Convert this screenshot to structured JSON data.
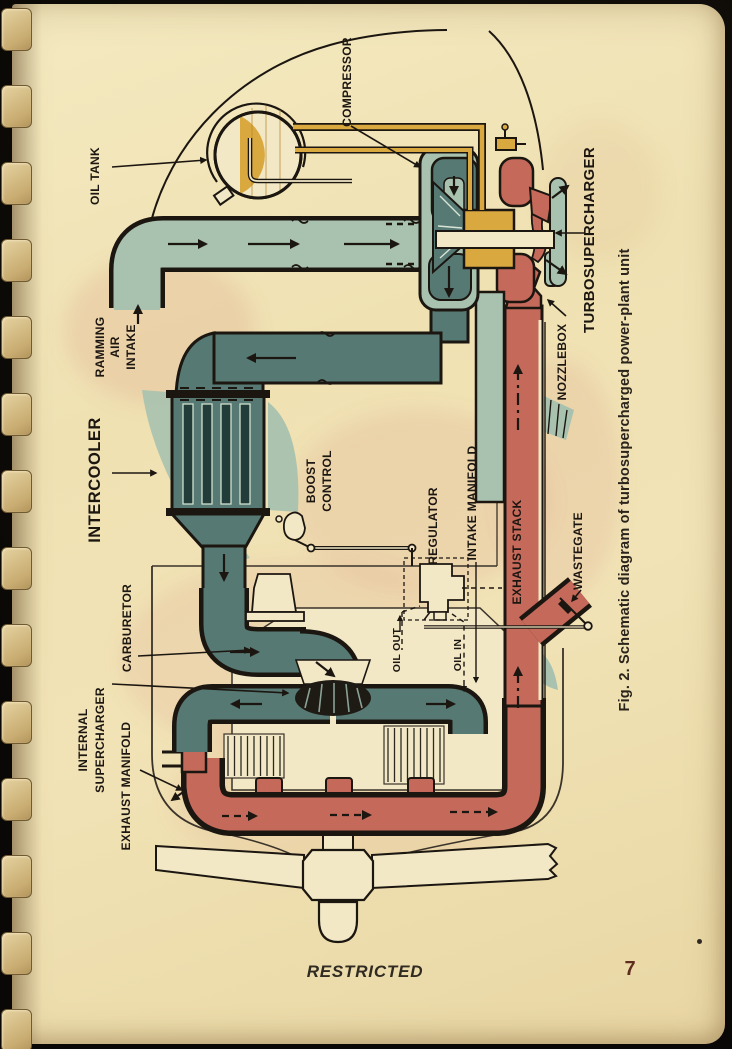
{
  "page": {
    "caption": "Fig. 2. Schematic diagram of turbosupercharged power-plant unit",
    "footer": {
      "classification": "RESTRICTED",
      "page_number": "7"
    }
  },
  "diagram": {
    "labels": {
      "oil_tank": "OIL TANK",
      "compressor": "COMPRESSOR",
      "turbosupercharger": "TURBOSUPERCHARGER",
      "ramming_air_intake": [
        "RAMMING",
        "AIR",
        "INTAKE"
      ],
      "intercooler": "INTERCOOLER",
      "nozzlebox": "NOZZLEBOX",
      "boost_control": [
        "BOOST",
        "CONTROL"
      ],
      "regulator": "REGULATOR",
      "intake_manifold": "INTAKE MANIFOLD",
      "exhaust_stack": "EXHAUST STACK",
      "wastegate": "WASTEGATE",
      "carburetor": "CARBURETOR",
      "oil_out": "OIL OUT",
      "oil_in": "OIL IN",
      "internal_supercharger": [
        "INTERNAL",
        "SUPERCHARGER"
      ],
      "exhaust_manifold": "EXHAUST MANIFOLD"
    },
    "palette": {
      "intake_air_light": "#a8c2af",
      "compressed_air_dark": "#577974",
      "exhaust_red": "#c5695b",
      "oil_gold": "#d9a940",
      "paper_cream": "#f0e3b9",
      "component_cream": "#f2e8c6",
      "ink": "#1c1611"
    }
  }
}
